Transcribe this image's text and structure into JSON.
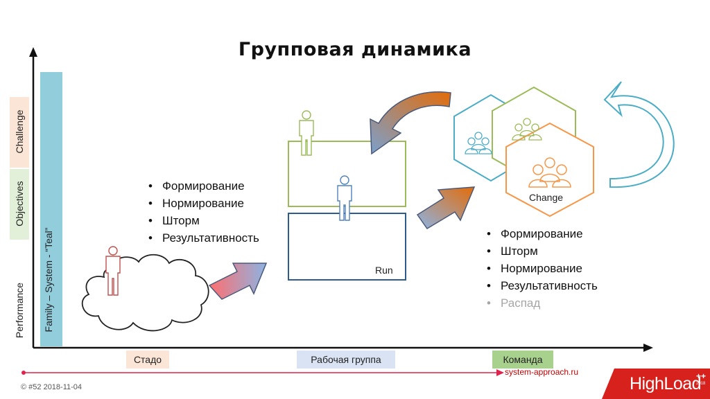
{
  "slide": {
    "title": "Групповая динамика",
    "y_axis_labels": {
      "challenge": "Challenge",
      "objectives": "Objectives",
      "performance": "Performance",
      "teal_bar": "Family – System - “Teal”"
    },
    "x_axis_labels": {
      "herd": "Стадо",
      "work_group": "Рабочая группа",
      "team": "Команда"
    },
    "group_stages": [
      "Формирование",
      "Нормирование",
      "Шторм",
      "Результативность"
    ],
    "team_stages": [
      "Формирование",
      "Шторм",
      "Нормирование",
      "Результативность"
    ],
    "team_stage_faded": "Распад",
    "run_label": "Run",
    "change_label": "Change"
  },
  "footer": {
    "copyright": "© #52  2018-11-04",
    "site": "system-approach.ru",
    "logo_main": "HighLoad",
    "logo_sup": "++",
    "logo_year": "2018"
  },
  "colors": {
    "challenge_band": "#fbe5d6",
    "objectives_band": "#e2f0d9",
    "teal_bar": "#92cddc",
    "herd_label_bg": "#fbe5d6",
    "work_group_label_bg": "#dae3f3",
    "team_label_bg": "#a9d18e",
    "run_box": "#2e5c8a",
    "work_box": "#a9c47f",
    "hex_teal": "#4bacc6",
    "hex_green": "#9bbb59",
    "hex_orange": "#f79646",
    "brand_red": "#d6211c"
  },
  "icons": [
    "person-icon",
    "cloud-icon",
    "arrow-right-icon",
    "curved-arrow-icon",
    "cycle-arrow-icon",
    "group-icon",
    "hexagon-icon"
  ]
}
